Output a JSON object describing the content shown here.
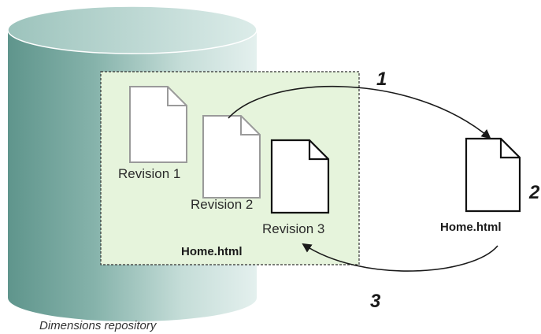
{
  "repository": {
    "caption": "Dimensions repository",
    "colors": {
      "cylinder_dark": "#6c9e96",
      "cylinder_light": "#d4e6e2",
      "cylinder_top": "#bfd8d3",
      "box_fill": "#e6f4dc",
      "box_border": "#333333"
    }
  },
  "revisions": [
    {
      "label": "Revision 1"
    },
    {
      "label": "Revision 2"
    },
    {
      "label": "Revision 3"
    }
  ],
  "repo_file_label": "Home.html",
  "local_file_label": "Home.html",
  "steps": [
    "1",
    "2",
    "3"
  ],
  "icons": {
    "document": "document-icon",
    "arrow": "curved-arrow"
  }
}
